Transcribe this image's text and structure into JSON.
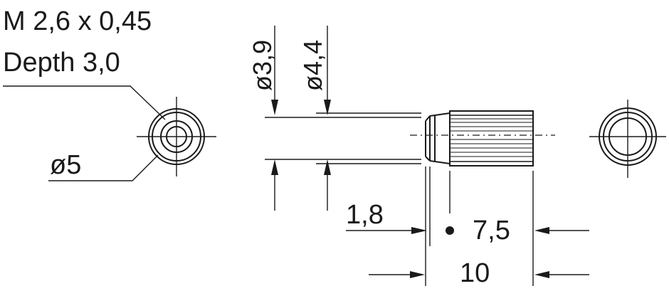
{
  "thread_note": {
    "line1": "M 2,6 x 0,45",
    "line2": "Depth 3,0"
  },
  "dimensions": {
    "hole_diameter": "ø5",
    "shaft_diameter": "ø3,9",
    "head_diameter": "ø4,4",
    "shoulder_length": "1,8",
    "head_length": "7,5",
    "total_length": "10"
  },
  "colors": {
    "line": "#1a1a1a",
    "background": "#ffffff"
  }
}
